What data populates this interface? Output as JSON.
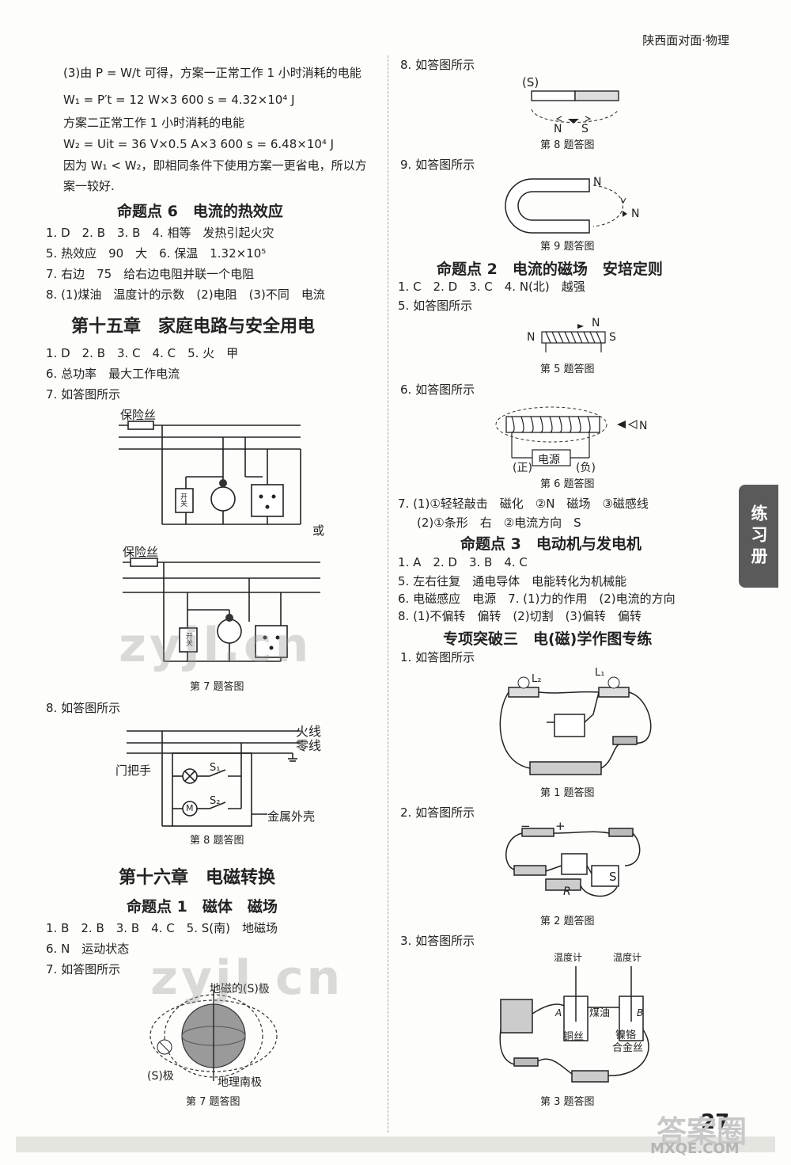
{
  "header": {
    "title": "陕西面对面·物理"
  },
  "tab": {
    "label": "练习册"
  },
  "page_number": "27",
  "watermark": "zyjl.cn",
  "logo": {
    "main": "答案圈",
    "sub": "MXQE.COM"
  },
  "left": {
    "p3_lines": [
      "(3)由 P = W/t 可得，方案一正常工作 1 小时消耗的电能",
      "W₁ = P′t = 12 W×3 600 s = 4.32×10⁴ J",
      "方案二正常工作 1 小时消耗的电能",
      "W₂ = Uit = 36 V×0.5 A×3 600 s = 6.48×10⁴ J",
      "因为 W₁ < W₂，即相同条件下使用方案一更省电，所以方",
      "案一较好."
    ],
    "sec6_title": "命题点 6　电流的热效应",
    "sec6_lines": [
      "1. D　2. B　3. B　4. 相等　发热引起火灾",
      "5. 热效应　90　大　6. 保温　1.32×10⁵",
      "7. 右边　75　给右边电阻并联一个电阻",
      "8. (1)煤油　温度计的示数　(2)电阻　(3)不同　电流"
    ],
    "ch15_title": "第十五章　家庭电路与安全用电",
    "ch15_lines": [
      "1. D　2. B　3. C　4. C　5. 火　甲",
      "6. 总功率　最大工作电流",
      "7. 如答图所示"
    ],
    "fuse_label": "保险丝",
    "switch_label": "开关",
    "or_label": "或",
    "fig7_caption": "第 7 题答图",
    "q8_text": "8. 如答图所示",
    "live_label": "火线",
    "neutral_label": "零线",
    "door_label": "门把手",
    "s1_label": "S₁",
    "s2_label": "S₂",
    "motor_label": "M",
    "shell_label": "金属外壳",
    "fig8_caption": "第 8 题答图",
    "ch16_title": "第十六章　电磁转换",
    "sec1_title": "命题点 1　磁体　磁场",
    "sec1_lines": [
      "1. B　2. B　3. B　4. C　5. S(南)　地磁场",
      "6. N　运动状态",
      "7. 如答图所示"
    ],
    "geo_label_top": "地磁的(S)极",
    "geo_label_s": "(S)极",
    "geo_label_bottom": "地理南极",
    "fig7b_caption": "第 7 题答图"
  },
  "right": {
    "q8_text": "8. 如答图所示",
    "q8_s": "(S)",
    "q8_n": "N",
    "q8_s2": "S",
    "fig8_caption": "第 8 题答图",
    "q9_text": "9. 如答图所示",
    "q9_n": "N",
    "q9_n2": "N",
    "fig9_caption": "第 9 题答图",
    "sec2_title": "命题点 2　电流的磁场　安培定则",
    "sec2_lines": [
      "1. C　2. D　3. C　4. N(北)　越强",
      "5. 如答图所示"
    ],
    "q5_n": "N",
    "q5_n2": "N",
    "q5_s": "S",
    "fig5_caption": "第 5 题答图",
    "q6_text": "6. 如答图所示",
    "q6_n": "N",
    "q6_power": "电源",
    "q6_pos": "(正)",
    "q6_neg": "(负)",
    "fig6_caption": "第 6 题答图",
    "q7_lines": [
      "7. (1)①轻轻敲击　磁化　②N　磁场　③磁感线",
      "(2)①条形　右　②电流方向　S"
    ],
    "sec3_title": "命题点 3　电动机与发电机",
    "sec3_lines": [
      "1. A　2. D　3. B　4. C",
      "5. 左右往复　通电导体　电能转化为机械能",
      "6. 电磁感应　电源　7. (1)力的作用　(2)电流的方向",
      "8. (1)不偏转　偏转　(2)切割　(3)偏转　偏转"
    ],
    "special_title": "专项突破三　电(磁)学作图专练",
    "q1_text": "1. 如答图所示",
    "l1": "L₁",
    "l2": "L₂",
    "fig1_caption": "第 1 题答图",
    "q2_text": "2. 如答图所示",
    "q2_plus": "+",
    "q2_minus": "−",
    "q2_s": "S",
    "q2_r": "R",
    "fig2_caption": "第 2 题答图",
    "q3_text": "3. 如答图所示",
    "thermo1": "温度计",
    "thermo2": "温度计",
    "kerosene": "煤油",
    "a_label": "A",
    "b_label": "B",
    "copper": "铜丝",
    "nichrome1": "镍铬",
    "nichrome2": "合金丝",
    "fig3_caption": "第 3 题答图"
  }
}
